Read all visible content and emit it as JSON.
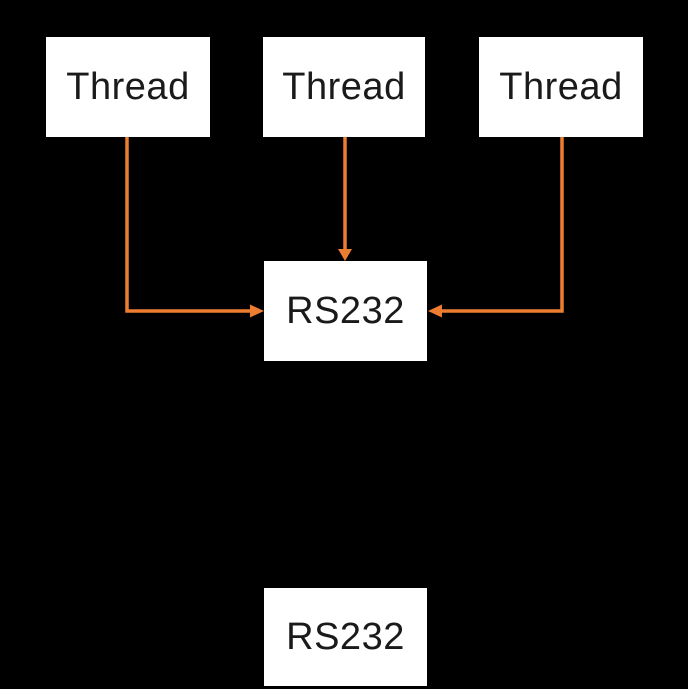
{
  "colors": {
    "background": "#000000",
    "node_fill": "#ffffff",
    "node_text": "#1a1a1a",
    "arrow": "#ED7D31"
  },
  "nodes": {
    "thread1": {
      "label": "Thread"
    },
    "thread2": {
      "label": "Thread"
    },
    "thread3": {
      "label": "Thread"
    },
    "rs232_hub": {
      "label": "RS232"
    },
    "rs232_bottom": {
      "label": "RS232"
    }
  },
  "edges": [
    {
      "from": "thread1",
      "to": "rs232_hub",
      "entry_side": "left"
    },
    {
      "from": "thread2",
      "to": "rs232_hub",
      "entry_side": "top"
    },
    {
      "from": "thread3",
      "to": "rs232_hub",
      "entry_side": "right"
    }
  ]
}
